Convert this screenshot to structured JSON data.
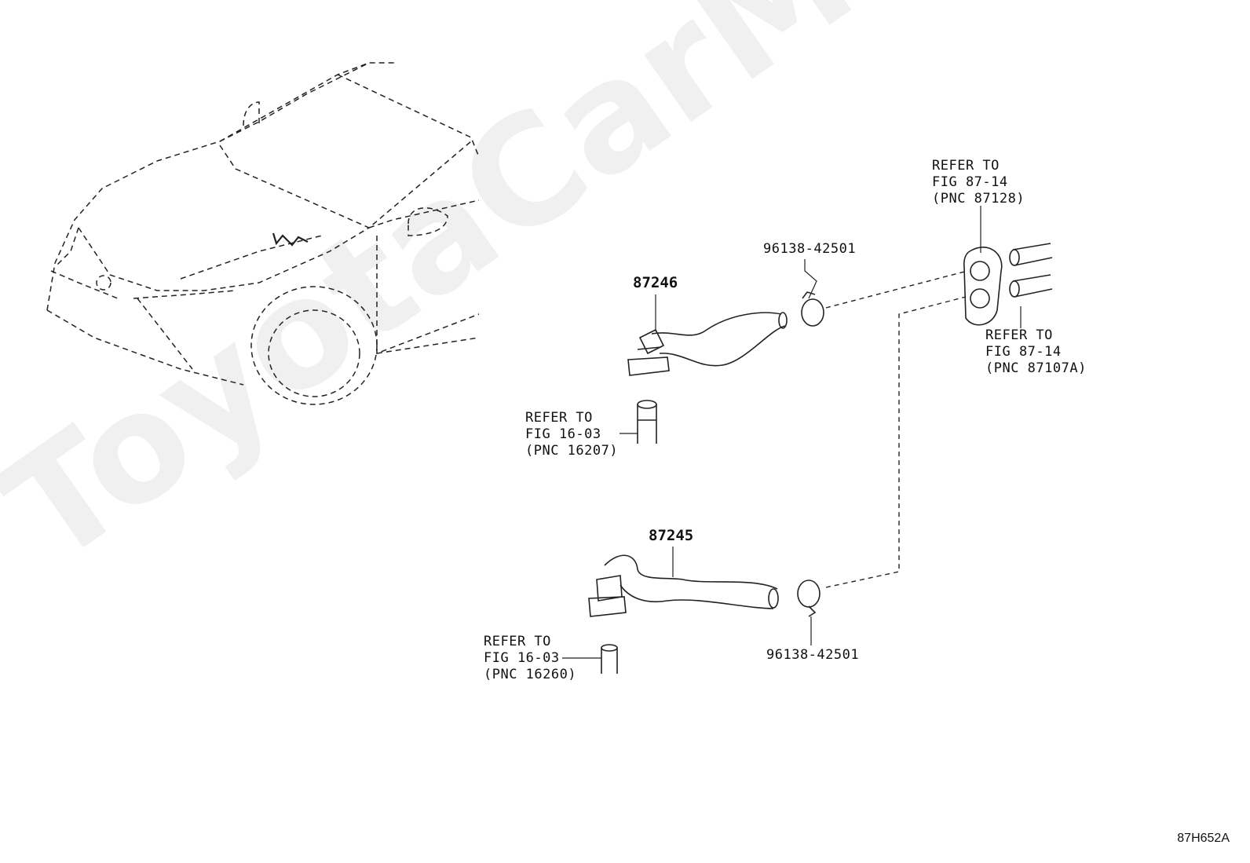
{
  "watermark": "ToyotaCarMine.ru",
  "figure_code": "87H652A",
  "parts": {
    "hose_upper": "87246",
    "hose_lower": "87245",
    "clip_upper": "96138-42501",
    "clip_lower": "96138-42501"
  },
  "refs": {
    "grommet": [
      "REFER TO",
      "FIG 87-14",
      "(PNC 87128)"
    ],
    "pipes": [
      "REFER TO",
      "FIG 87-14",
      "(PNC 87107A)"
    ],
    "upper_outlet": [
      "REFER TO",
      "FIG 16-03",
      "(PNC 16207)"
    ],
    "lower_outlet": [
      "REFER TO",
      "FIG 16-03",
      "(PNC 16260)"
    ]
  }
}
